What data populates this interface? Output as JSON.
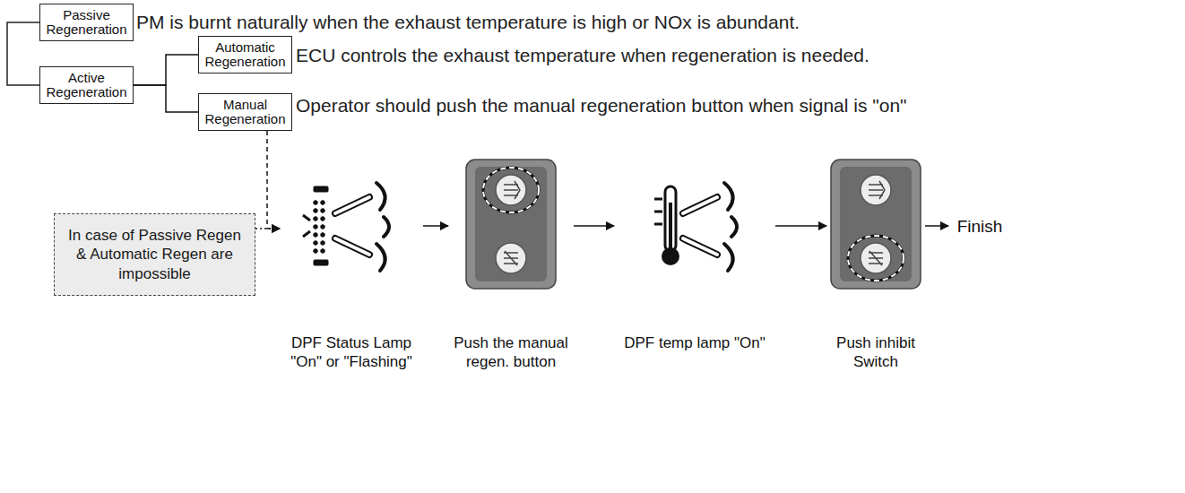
{
  "diagram": {
    "nodes": [
      {
        "text": [
          "Passive Regeneration"
        ]
      },
      {
        "text": [
          "Active Regeneration"
        ]
      },
      {
        "text": [
          "Automatic Regeneration"
        ]
      },
      {
        "text": [
          "Manual Regeneration"
        ]
      },
      {
        "text": [
          "In case of Passive Regen & Automatic Regen are impossible"
        ]
      },
      {
        "text": [
          "DPF Status Lamp \"On\" or \"Flashing\""
        ]
      },
      {
        "text": [
          "Push the manual regen. button"
        ]
      },
      {
        "text": [
          "DPF temp lamp \"On\""
        ]
      },
      {
        "text": [
          "Push inhibit Switch"
        ]
      },
      {
        "text": [
          "Finish"
        ]
      }
    ],
    "edges": [
      {
        "from": 1,
        "to": 2,
        "arrow": "none"
      },
      {
        "from": 1,
        "to": 3,
        "arrow": "none"
      },
      {
        "from": 3,
        "to": 5,
        "arrow": "to"
      },
      {
        "from": 4,
        "to": 5,
        "arrow": "to"
      },
      {
        "from": 5,
        "to": 6,
        "arrow": "to"
      },
      {
        "from": 6,
        "to": 7,
        "arrow": "to"
      },
      {
        "from": 7,
        "to": 8,
        "arrow": "to"
      },
      {
        "from": 8,
        "to": 9,
        "arrow": "to"
      }
    ],
    "labels": [
      "PM is burnt naturally when the exhaust temperature is high or NOx is abundant.",
      "ECU controls the exhaust temperature when regeneration is needed.",
      "Operator should push the manual regeneration button when signal is \"on\""
    ]
  }
}
